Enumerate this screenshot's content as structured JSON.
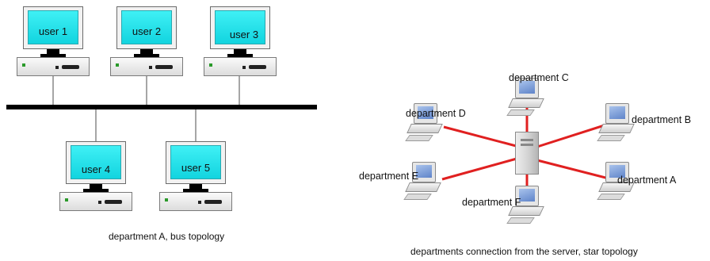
{
  "bus": {
    "users_top": [
      "user 1",
      "user 2",
      "user 3"
    ],
    "users_bottom": [
      "user 4",
      "user 5"
    ],
    "caption": "department A, bus topology"
  },
  "star": {
    "departments": {
      "C": "department C",
      "D": "department D",
      "B": "department B",
      "E": "department E",
      "A": "department A",
      "F": "department F"
    },
    "caption": "departments connection from the server, star topology",
    "link_color": "#e02020"
  }
}
